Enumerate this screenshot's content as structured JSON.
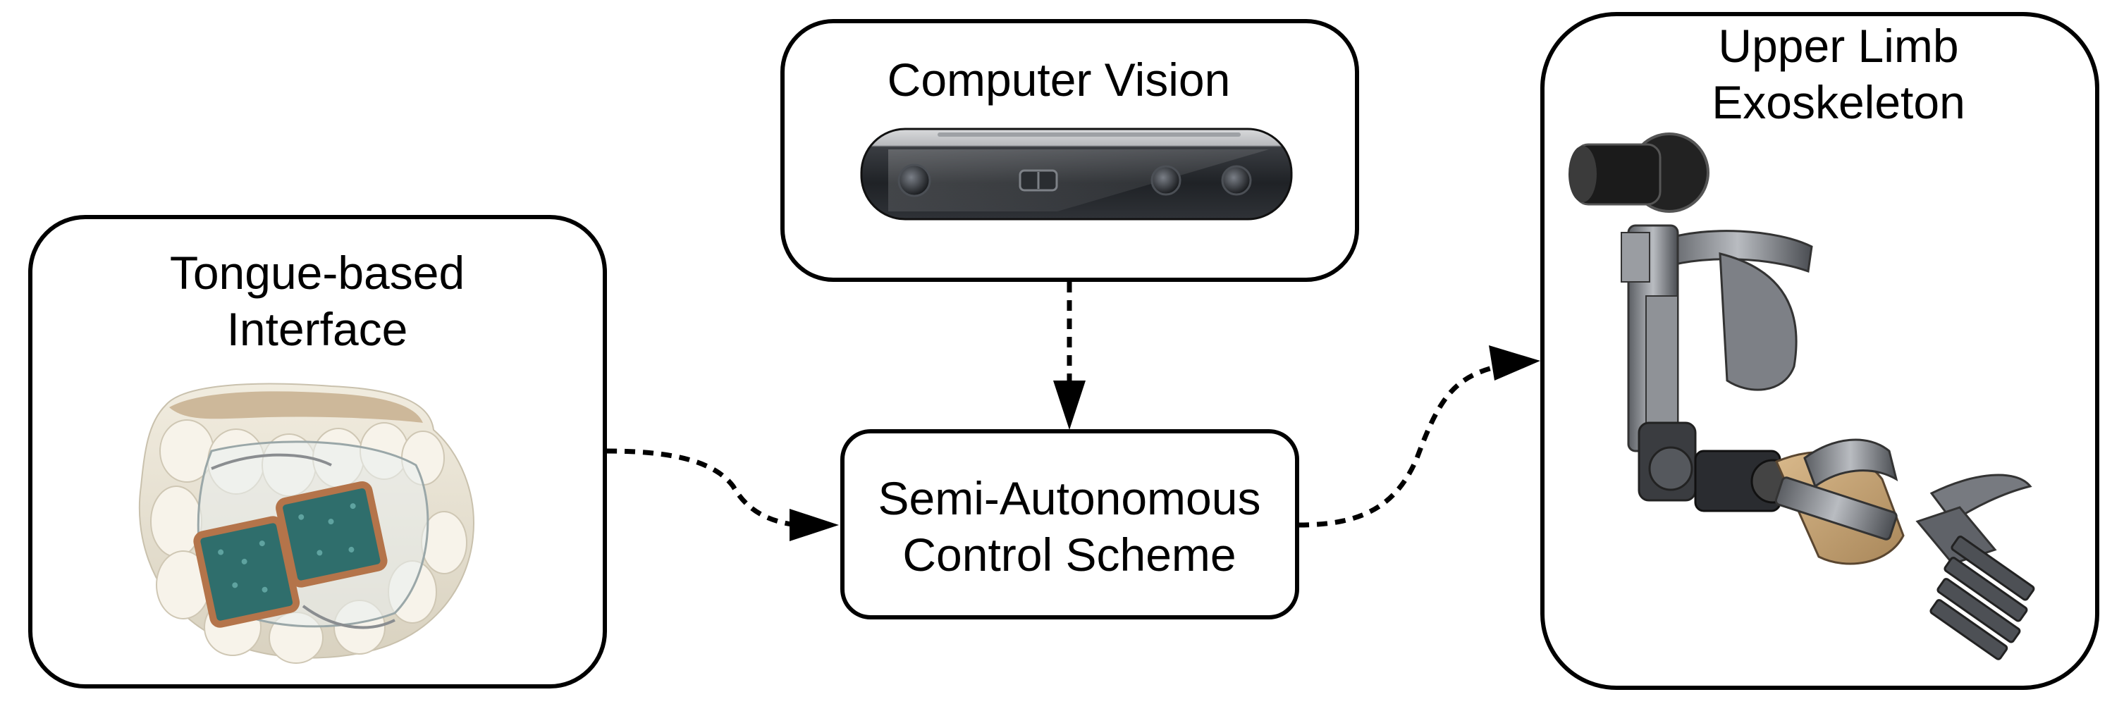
{
  "nodes": {
    "tongue": {
      "label_line1": "Tongue-based",
      "label_line2": "Interface",
      "image_icon": "dental-tongue-interface-image"
    },
    "vision": {
      "label": "Computer Vision",
      "image_icon": "depth-camera-image"
    },
    "control": {
      "label_line1": "Semi-Autonomous",
      "label_line2": "Control Scheme"
    },
    "exo": {
      "label_line1": "Upper Limb",
      "label_line2": "Exoskeleton",
      "image_icon": "exoskeleton-arm-image"
    }
  },
  "edges": [
    {
      "from": "Tongue-based Interface",
      "to": "Semi-Autonomous Control Scheme",
      "style": "dotted"
    },
    {
      "from": "Computer Vision",
      "to": "Semi-Autonomous Control Scheme",
      "style": "dotted"
    },
    {
      "from": "Semi-Autonomous Control Scheme",
      "to": "Upper Limb Exoskeleton",
      "style": "dotted"
    }
  ]
}
